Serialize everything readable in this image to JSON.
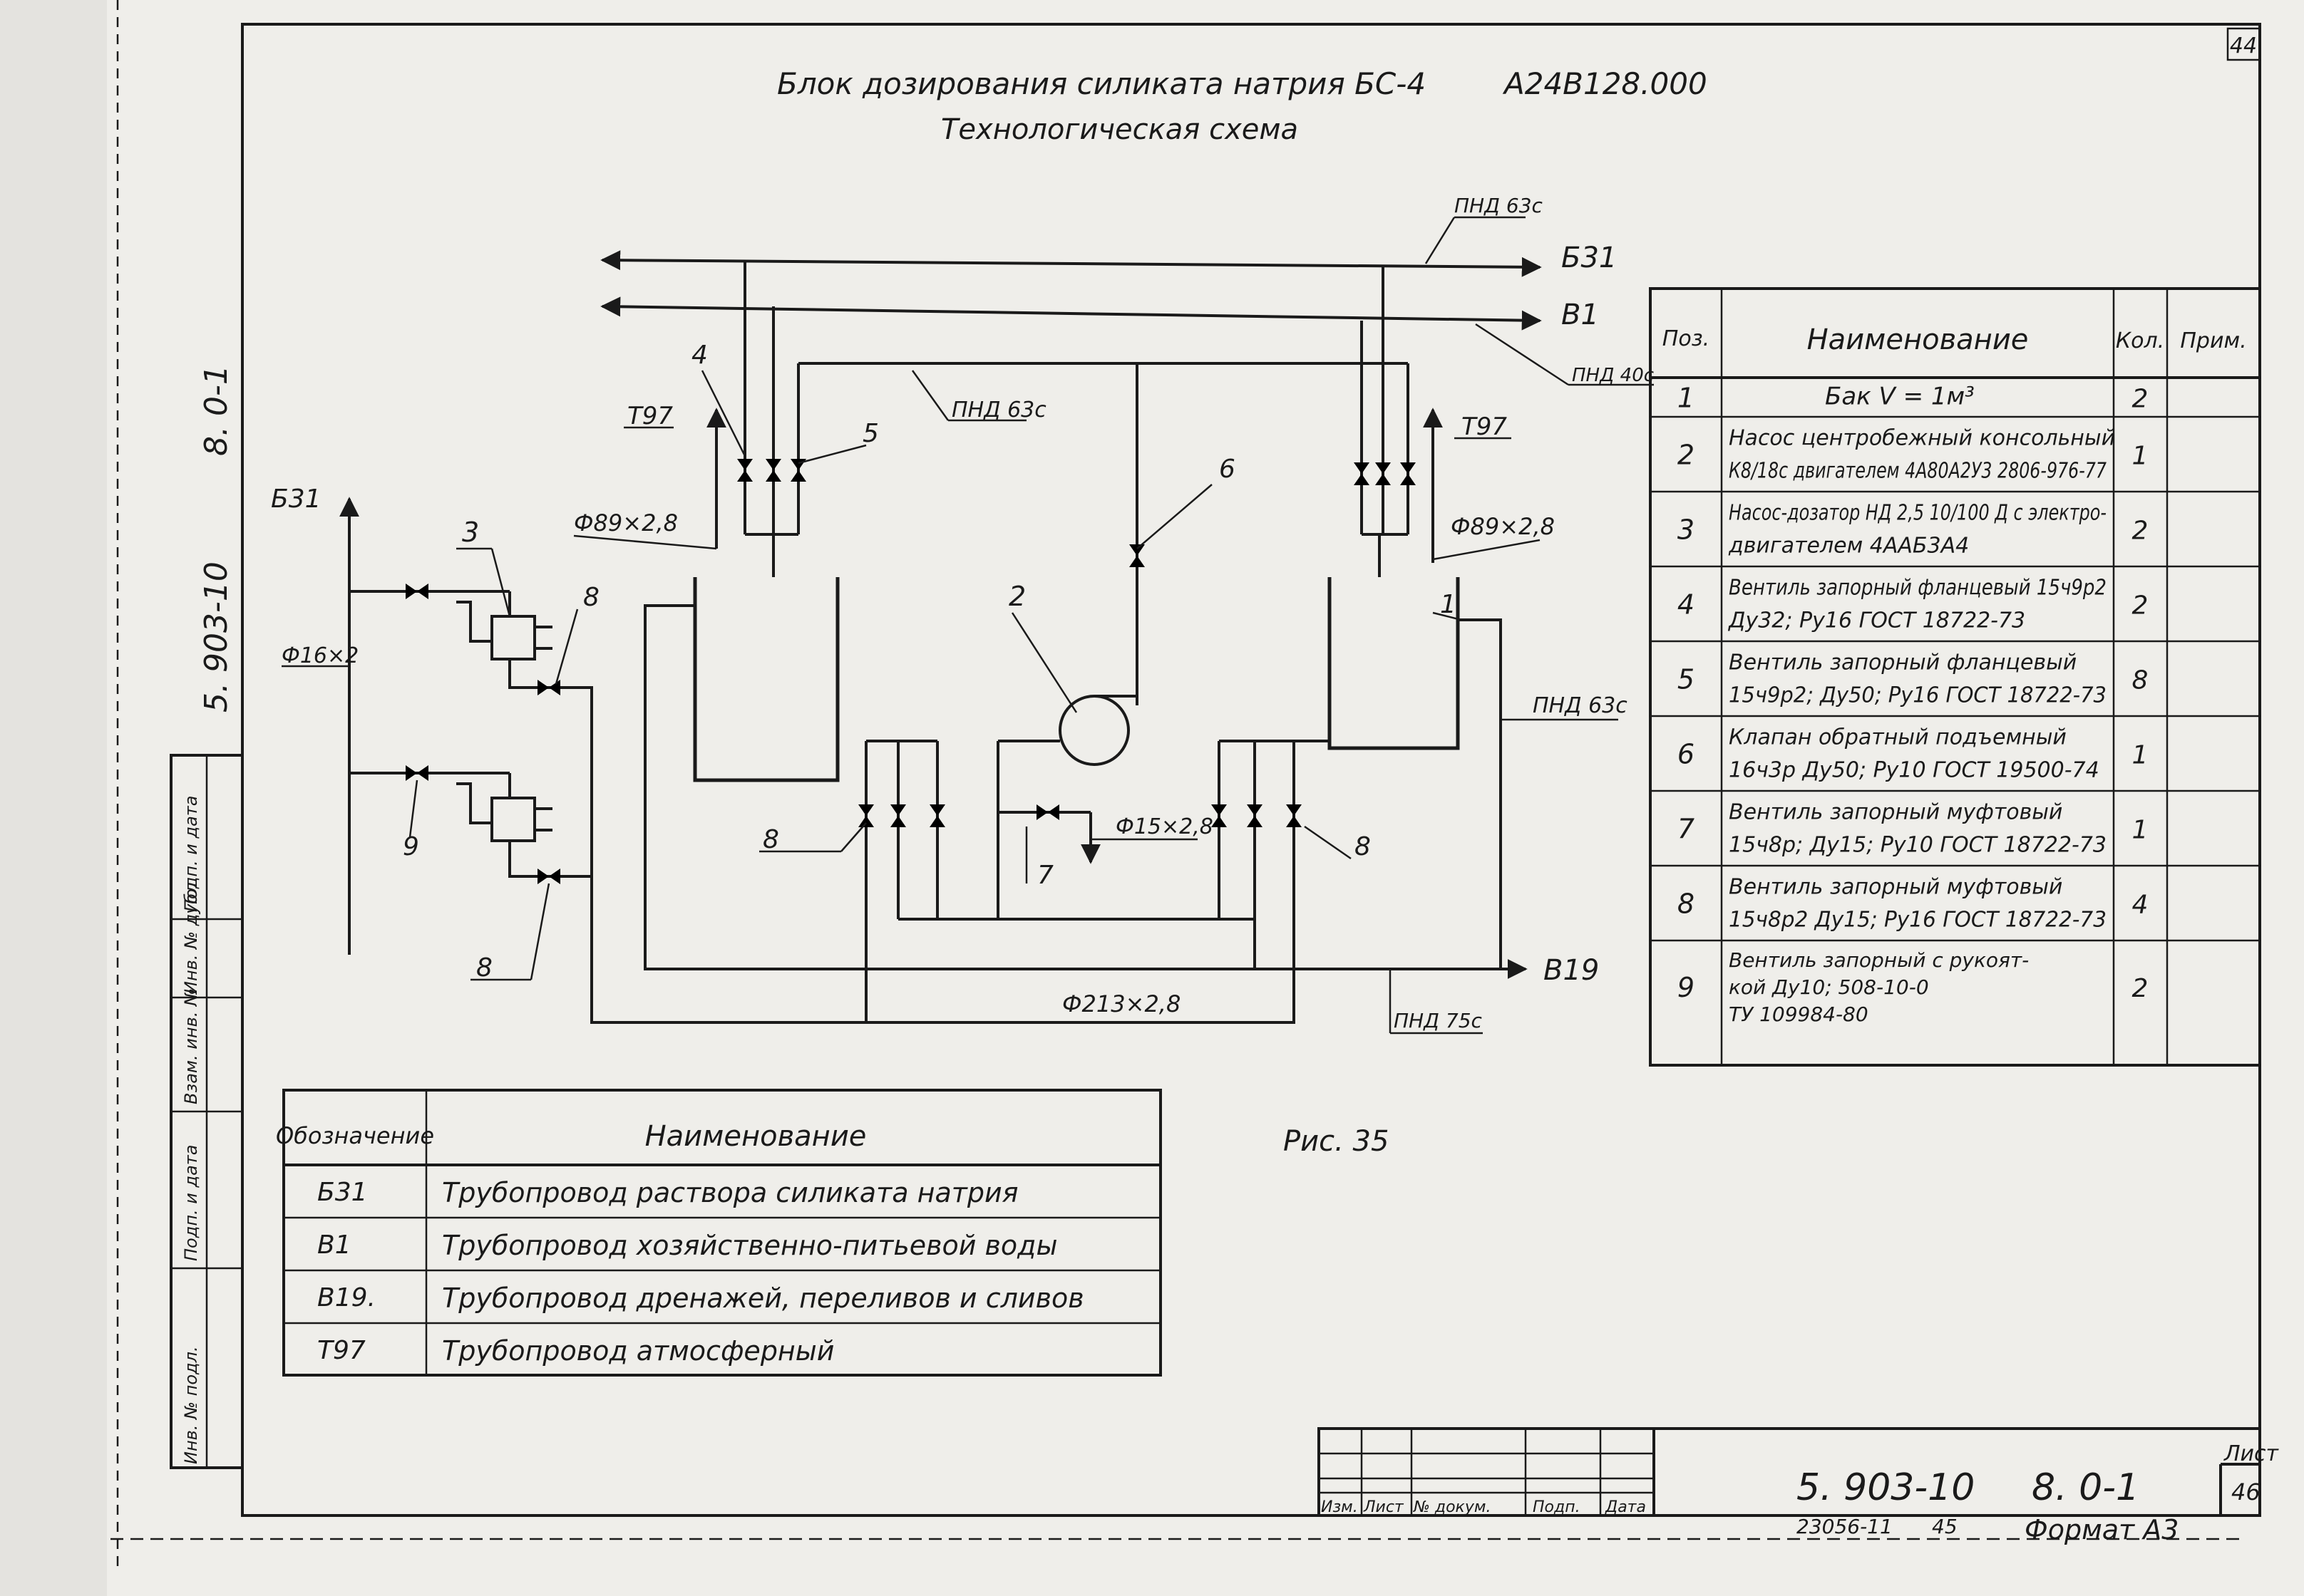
{
  "page_number": "44",
  "title": {
    "main": "Блок дозирования силиката натрия БС-4",
    "code": "А24В128.000",
    "sub": "Технологическая схема"
  },
  "figure_caption": "Рис. 35",
  "margin": {
    "doc_code": "5. 903-10",
    "sheet_code": "8. 0-1",
    "stamp_columns": [
      "Инв. № подл.",
      "Подп. и дата",
      "Взам. инв. №",
      "Инв. № дубл.",
      "Подп. и дата"
    ]
  },
  "diagram": {
    "pipes": {
      "b31_top": "Б31",
      "b1_top": "В1",
      "b31_left": "Б31",
      "b19": "В19",
      "t97_left": "Т97",
      "t97_right": "Т97"
    },
    "dims": {
      "pnd63c_top": "ПНД 63с",
      "pnd40c": "ПНД 40с",
      "pnd63c_mid": "ПНД 63с",
      "pnd63c_right": "ПНД 63с",
      "pnd75c": "ПНД 75с",
      "phi89_left": "Ф89×2,8",
      "phi89_right": "Ф89×2,8",
      "phi16": "Ф16×2",
      "phi15": "Ф15×2,8",
      "phi213": "Ф213×2,8"
    },
    "callouts": {
      "c1": "1",
      "c2": "2",
      "c3": "3",
      "c4": "4",
      "c5": "5",
      "c6": "6",
      "c7": "7",
      "c8a": "8",
      "c8b": "8",
      "c8c": "8",
      "c8d": "8",
      "c9": "9"
    }
  },
  "spec_table": {
    "headers": [
      "Поз.",
      "Наименование",
      "Кол.",
      "Прим."
    ],
    "rows": [
      {
        "pos": "1",
        "name": [
          "Бак V = 1м³"
        ],
        "qty": "2",
        "note": ""
      },
      {
        "pos": "2",
        "name": [
          "Насос центробежный консольный",
          "К8/18с двигателем 4А80А2У3 2806-976-77"
        ],
        "qty": "1",
        "note": ""
      },
      {
        "pos": "3",
        "name": [
          "Насос-дозатор НД 2,5 10/100 Д с электро-",
          "двигателем 4ААБ3А4"
        ],
        "qty": "2",
        "note": ""
      },
      {
        "pos": "4",
        "name": [
          "Вентиль запорный фланцевый 15ч9р2",
          "Ду32; Ру16 ГОСТ 18722-73"
        ],
        "qty": "2",
        "note": ""
      },
      {
        "pos": "5",
        "name": [
          "Вентиль запорный фланцевый",
          "15ч9р2; Ду50; Ру16 ГОСТ 18722-73"
        ],
        "qty": "8",
        "note": ""
      },
      {
        "pos": "6",
        "name": [
          "Клапан обратный подъемный",
          "16ч3р Ду50; Ру10 ГОСТ 19500-74"
        ],
        "qty": "1",
        "note": ""
      },
      {
        "pos": "7",
        "name": [
          "Вентиль запорный муфтовый",
          "15ч8р; Ду15; Ру10 ГОСТ 18722-73"
        ],
        "qty": "1",
        "note": ""
      },
      {
        "pos": "8",
        "name": [
          "Вентиль запорный муфтовый",
          "15ч8р2 Ду15; Ру16 ГОСТ 18722-73"
        ],
        "qty": "4",
        "note": ""
      },
      {
        "pos": "9",
        "name": [
          "Вентиль запорный с рукоят-",
          "кой Ду10; 508-10-0",
          "ТУ 109984-80"
        ],
        "qty": "2",
        "note": ""
      }
    ]
  },
  "legend_table": {
    "headers": [
      "Обозначение",
      "Наименование"
    ],
    "rows": [
      {
        "code": "Б31",
        "name": "Трубопровод раствора силиката натрия"
      },
      {
        "code": "В1",
        "name": "Трубопровод хозяйственно-питьевой воды"
      },
      {
        "code": "В19.",
        "name": "Трубопровод дренажей, переливов и сливов"
      },
      {
        "code": "Т97",
        "name": "Трубопровод атмосферный"
      }
    ]
  },
  "title_block": {
    "change_headers": [
      "Изм.",
      "Лист",
      "№ докум.",
      "Подп.",
      "Дата"
    ],
    "doc_code": "5. 903-10",
    "sheet_code": "8. 0-1",
    "sheet_label": "Лист",
    "sheet_no": "46",
    "archive_no": "23056-11",
    "archive_sheet": "45",
    "format": "Формат А3"
  }
}
